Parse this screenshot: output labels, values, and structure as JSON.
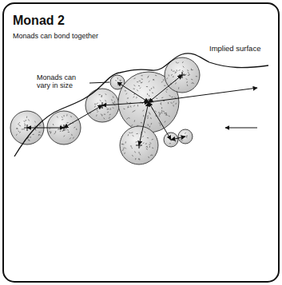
{
  "diagram": {
    "title": "Monad 2",
    "labels": [
      "Monads can bond together",
      "Implied surface",
      "Monads can vary in size"
    ]
  }
}
